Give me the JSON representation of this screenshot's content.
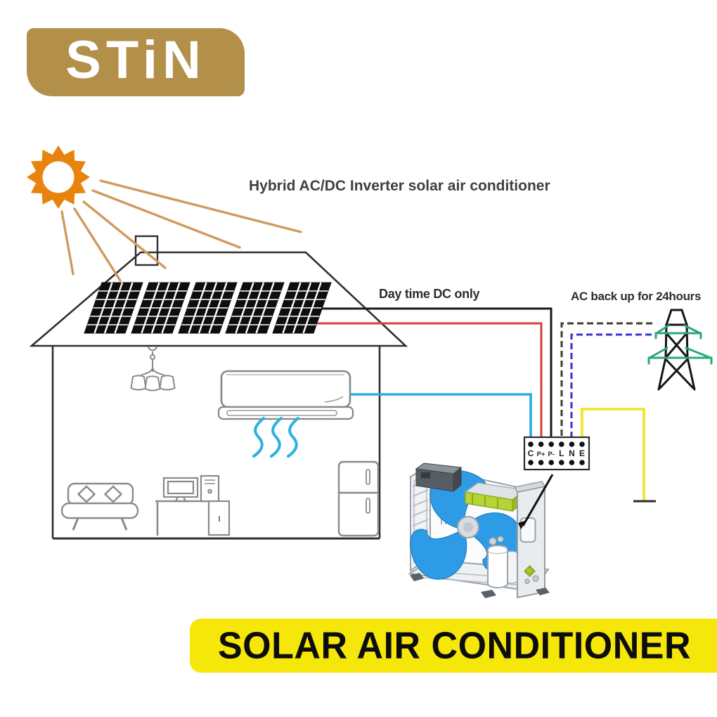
{
  "brand": {
    "logo_text": "STiN",
    "logo_color": "#b3904a"
  },
  "title": "Hybrid AC/DC Inverter solar air conditioner",
  "annotations": {
    "dc_label": "Day time DC only",
    "ac_label": "AC back up for 24hours"
  },
  "terminal_block": {
    "labels": [
      "C",
      "P+",
      "P-",
      "L",
      "N",
      "E"
    ]
  },
  "banner": {
    "text": "SOLAR AIR CONDITIONER",
    "bg": "#f6e70a"
  },
  "diagram": {
    "solar_panel_count": 5,
    "airflow_wave_count": 3,
    "colors": {
      "sun_orange": "#e8830e",
      "ray_tan": "#d09a5e",
      "pv_positive_wire_red": "#d6423a",
      "pv_negative_wire_black": "#1a1a1a",
      "indoor_feed_wire_cyan": "#29ace2",
      "grid_live_dashed": "#3e3e2b",
      "grid_neutral_dashed": "#3a30d2",
      "earth_wire_yellow": "#efe41f",
      "tower_green": "#2ca878",
      "fan_blue": "#2e9be6"
    }
  }
}
